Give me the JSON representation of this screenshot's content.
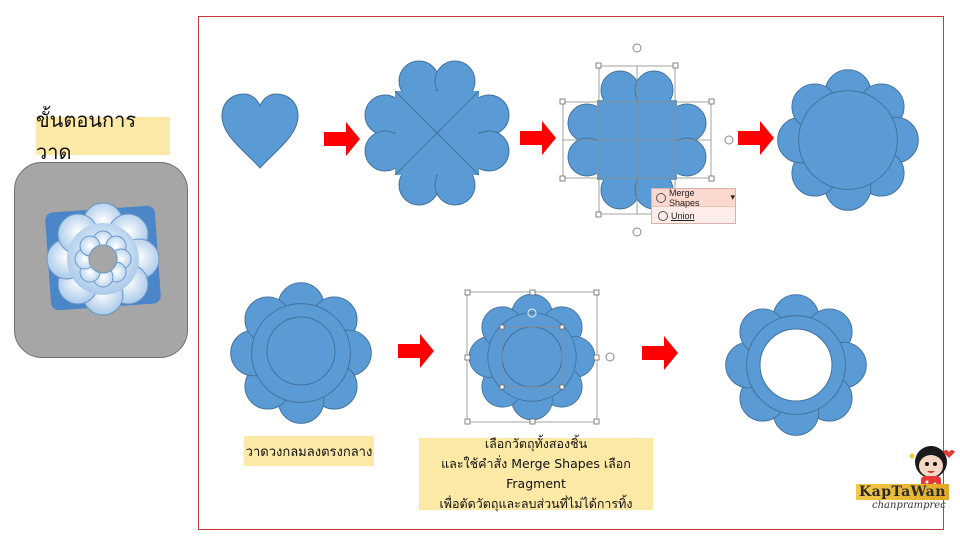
{
  "title_label": "ขั้นตอนการวาด",
  "menu": {
    "merge_shapes": "Merge Shapes",
    "union": "Union"
  },
  "notes": {
    "step1": "วาดวงกลมลงตรงกลาง",
    "step2_lines": [
      "เลือกวัตถุทั้งสองชิ้น",
      "และใช้คำสั่ง Merge Shapes เลือก  Fragment",
      "เพื่อตัดวัตถุและลบส่วนที่ไม่ได้การทิ้ง"
    ]
  },
  "logo": {
    "main": "KapTaWan",
    "sub": "chanpramprec"
  },
  "colors": {
    "shape_fill": "#5b9bd5",
    "shape_stroke": "#41719c",
    "arrow": "#ff0000",
    "note_bg": "#fde9a6",
    "frame_border": "#c0393b"
  }
}
